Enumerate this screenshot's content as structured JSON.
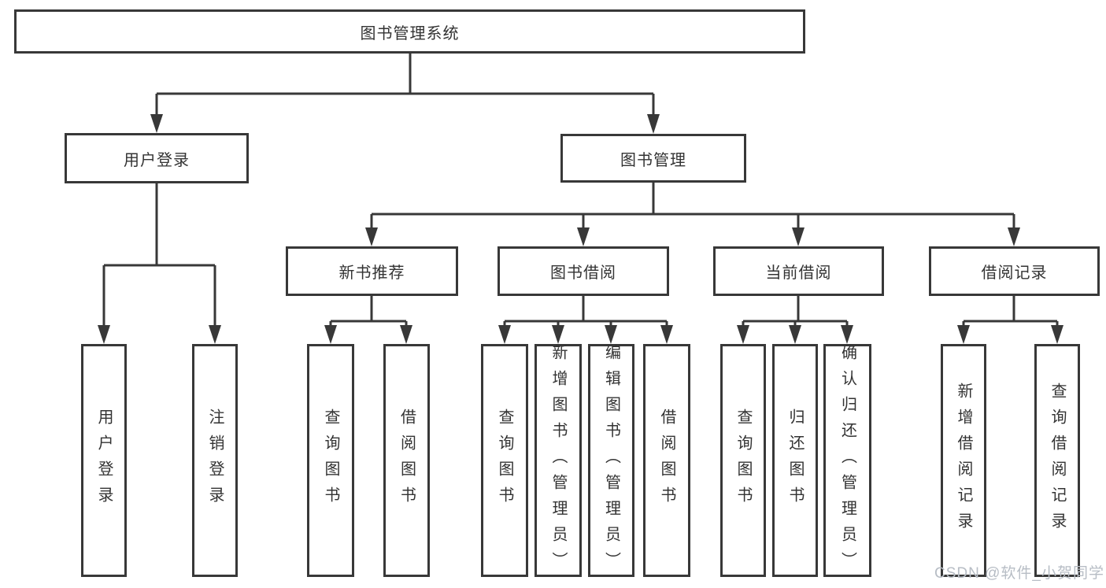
{
  "tree": {
    "label": "图书管理系统",
    "children": [
      {
        "label": "用户登录",
        "children": [
          {
            "label": "用户登录"
          },
          {
            "label": "注销登录"
          }
        ]
      },
      {
        "label": "图书管理",
        "children": [
          {
            "label": "新书推荐",
            "children": [
              {
                "label": "查询图书"
              },
              {
                "label": "借阅图书"
              }
            ]
          },
          {
            "label": "图书借阅",
            "children": [
              {
                "label": "查询图书"
              },
              {
                "label": "新增图书（管理员）"
              },
              {
                "label": "编辑图书（管理员）"
              },
              {
                "label": "借阅图书"
              }
            ]
          },
          {
            "label": "当前借阅",
            "children": [
              {
                "label": "查询图书"
              },
              {
                "label": "归还图书"
              },
              {
                "label": "确认归还（管理员）"
              }
            ]
          },
          {
            "label": "借阅记录",
            "children": [
              {
                "label": "新增借阅记录"
              },
              {
                "label": "查询借阅记录"
              }
            ]
          }
        ]
      }
    ]
  },
  "watermark": "CSDN @软件_小贺同学",
  "colors": {
    "line": "#383838",
    "text": "#333333",
    "watermark": "#b7bdc5",
    "background": "#ffffff"
  }
}
